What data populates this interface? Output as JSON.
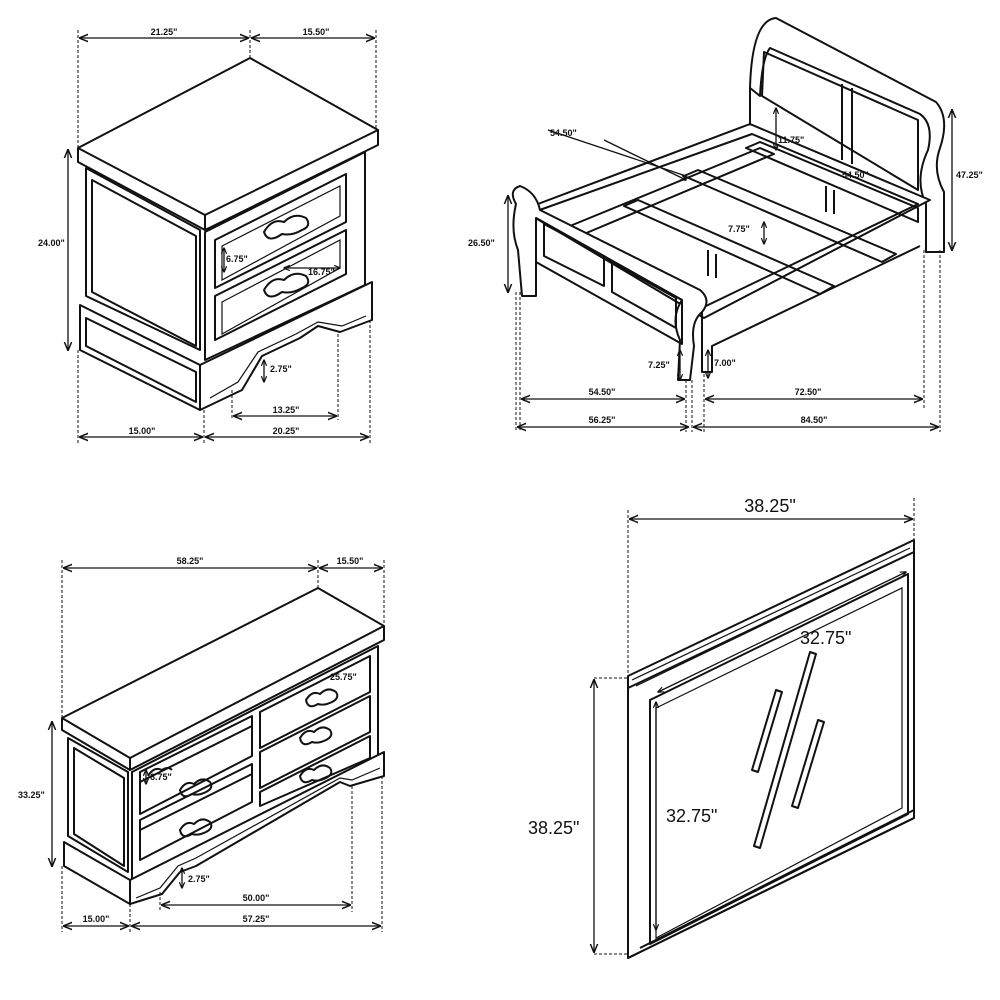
{
  "nightstand": {
    "width": "21.25\"",
    "depth": "15.50\"",
    "height": "24.00\"",
    "drawer_height": "6.75\"",
    "drawer_width": "16.75\"",
    "leg_clearance": "2.75\"",
    "base_inner": "13.25\"",
    "side_base": "15.00\"",
    "front_base": "20.25\""
  },
  "bed": {
    "diagonal_rail": "54.50\"",
    "headboard_inner": "11.75\"",
    "rail_length": "54.50\"",
    "height": "47.25\"",
    "footboard_height": "26.50\"",
    "slat_clearance": "7.75\"",
    "foot_clearance": "7.25\"",
    "side_clearance": "7.00\"",
    "inner_width": "54.50\"",
    "inner_length": "72.50\"",
    "overall_width": "56.25\"",
    "overall_length": "84.50\""
  },
  "dresser": {
    "width": "58.25\"",
    "depth": "15.50\"",
    "height": "33.25\"",
    "drawer_width": "25.75\"",
    "drawer_height": "6.75\"",
    "leg_clearance": "2.75\"",
    "base_inner": "50.00\"",
    "side_base": "15.00\"",
    "front_base": "57.25\""
  },
  "mirror": {
    "width": "38.25\"",
    "glass_width": "32.75\"",
    "height": "38.25\"",
    "glass_height": "32.75\""
  }
}
